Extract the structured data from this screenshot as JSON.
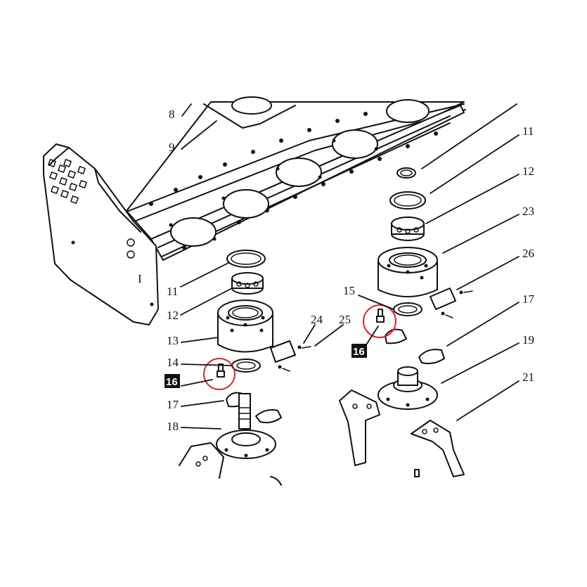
{
  "diagram": {
    "frame_label": "I",
    "callouts": [
      {
        "id": "c8",
        "label": "8"
      },
      {
        "id": "c9",
        "label": "9"
      },
      {
        "id": "c11a",
        "label": "11"
      },
      {
        "id": "c12a",
        "label": "12"
      },
      {
        "id": "c13",
        "label": "13"
      },
      {
        "id": "c14",
        "label": "14"
      },
      {
        "id": "c16a",
        "label": "16",
        "highlighted": true
      },
      {
        "id": "c17a",
        "label": "17"
      },
      {
        "id": "c18",
        "label": "18"
      },
      {
        "id": "c24",
        "label": "24"
      },
      {
        "id": "c25",
        "label": "25"
      },
      {
        "id": "c15",
        "label": "15"
      },
      {
        "id": "c16b",
        "label": "16",
        "highlighted": true
      },
      {
        "id": "c11b",
        "label": "11"
      },
      {
        "id": "c12b",
        "label": "12"
      },
      {
        "id": "c23",
        "label": "23"
      },
      {
        "id": "c26",
        "label": "26"
      },
      {
        "id": "c17b",
        "label": "17"
      },
      {
        "id": "c19",
        "label": "19"
      },
      {
        "id": "c21",
        "label": "21"
      }
    ],
    "highlight_color": "#d42a2a"
  }
}
